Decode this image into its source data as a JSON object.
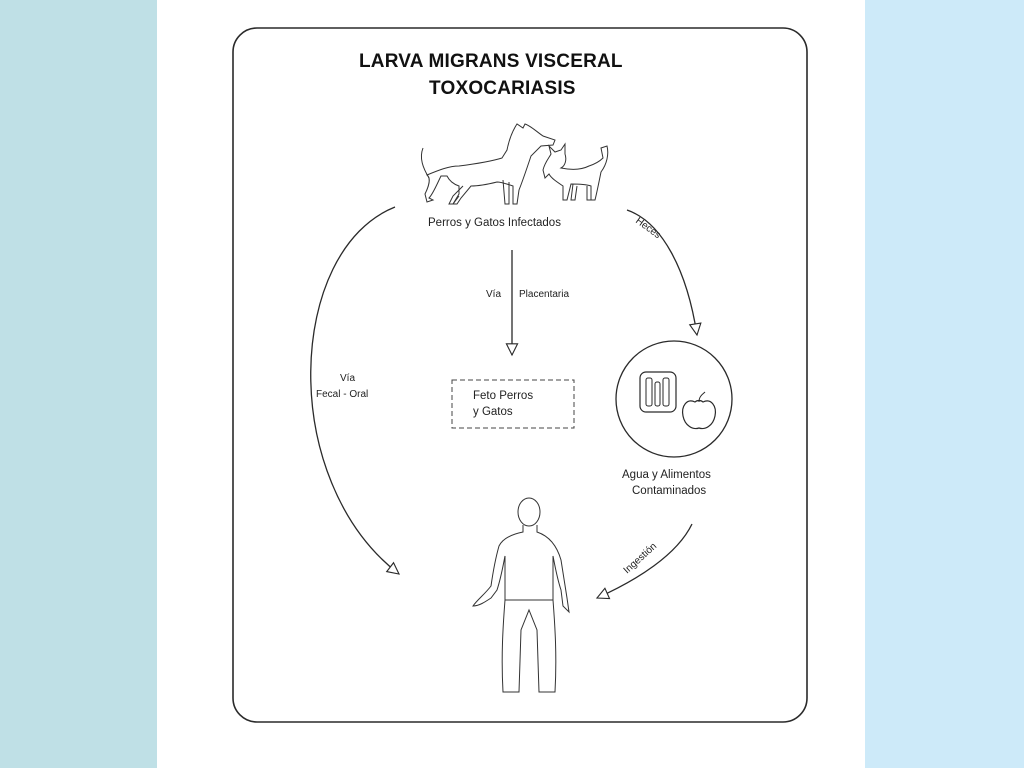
{
  "diagram": {
    "title_line1": "LARVA MIGRANS VISCERAL",
    "title_line2": "TOXOCARIASIS",
    "nodes": {
      "source": "Perros y Gatos Infectados",
      "fetus_line1": "Feto Perros",
      "fetus_line2": "y Gatos",
      "food_line1": "Agua y Alimentos",
      "food_line2": "Contaminados"
    },
    "edges": {
      "placental_left": "Vía",
      "placental_right": "Placentaria",
      "feces": "Heces",
      "ingestion": "Ingestión",
      "fecal_oral_line1": "Vía",
      "fecal_oral_line2": "Fecal - Oral"
    },
    "icons": [
      "dog-icon",
      "cat-icon",
      "food-water-icon",
      "human-figure-icon"
    ],
    "colors": {
      "left_band": "#bfe0e6",
      "right_band": "#cdeaf9",
      "line": "#2a2a2a"
    }
  }
}
